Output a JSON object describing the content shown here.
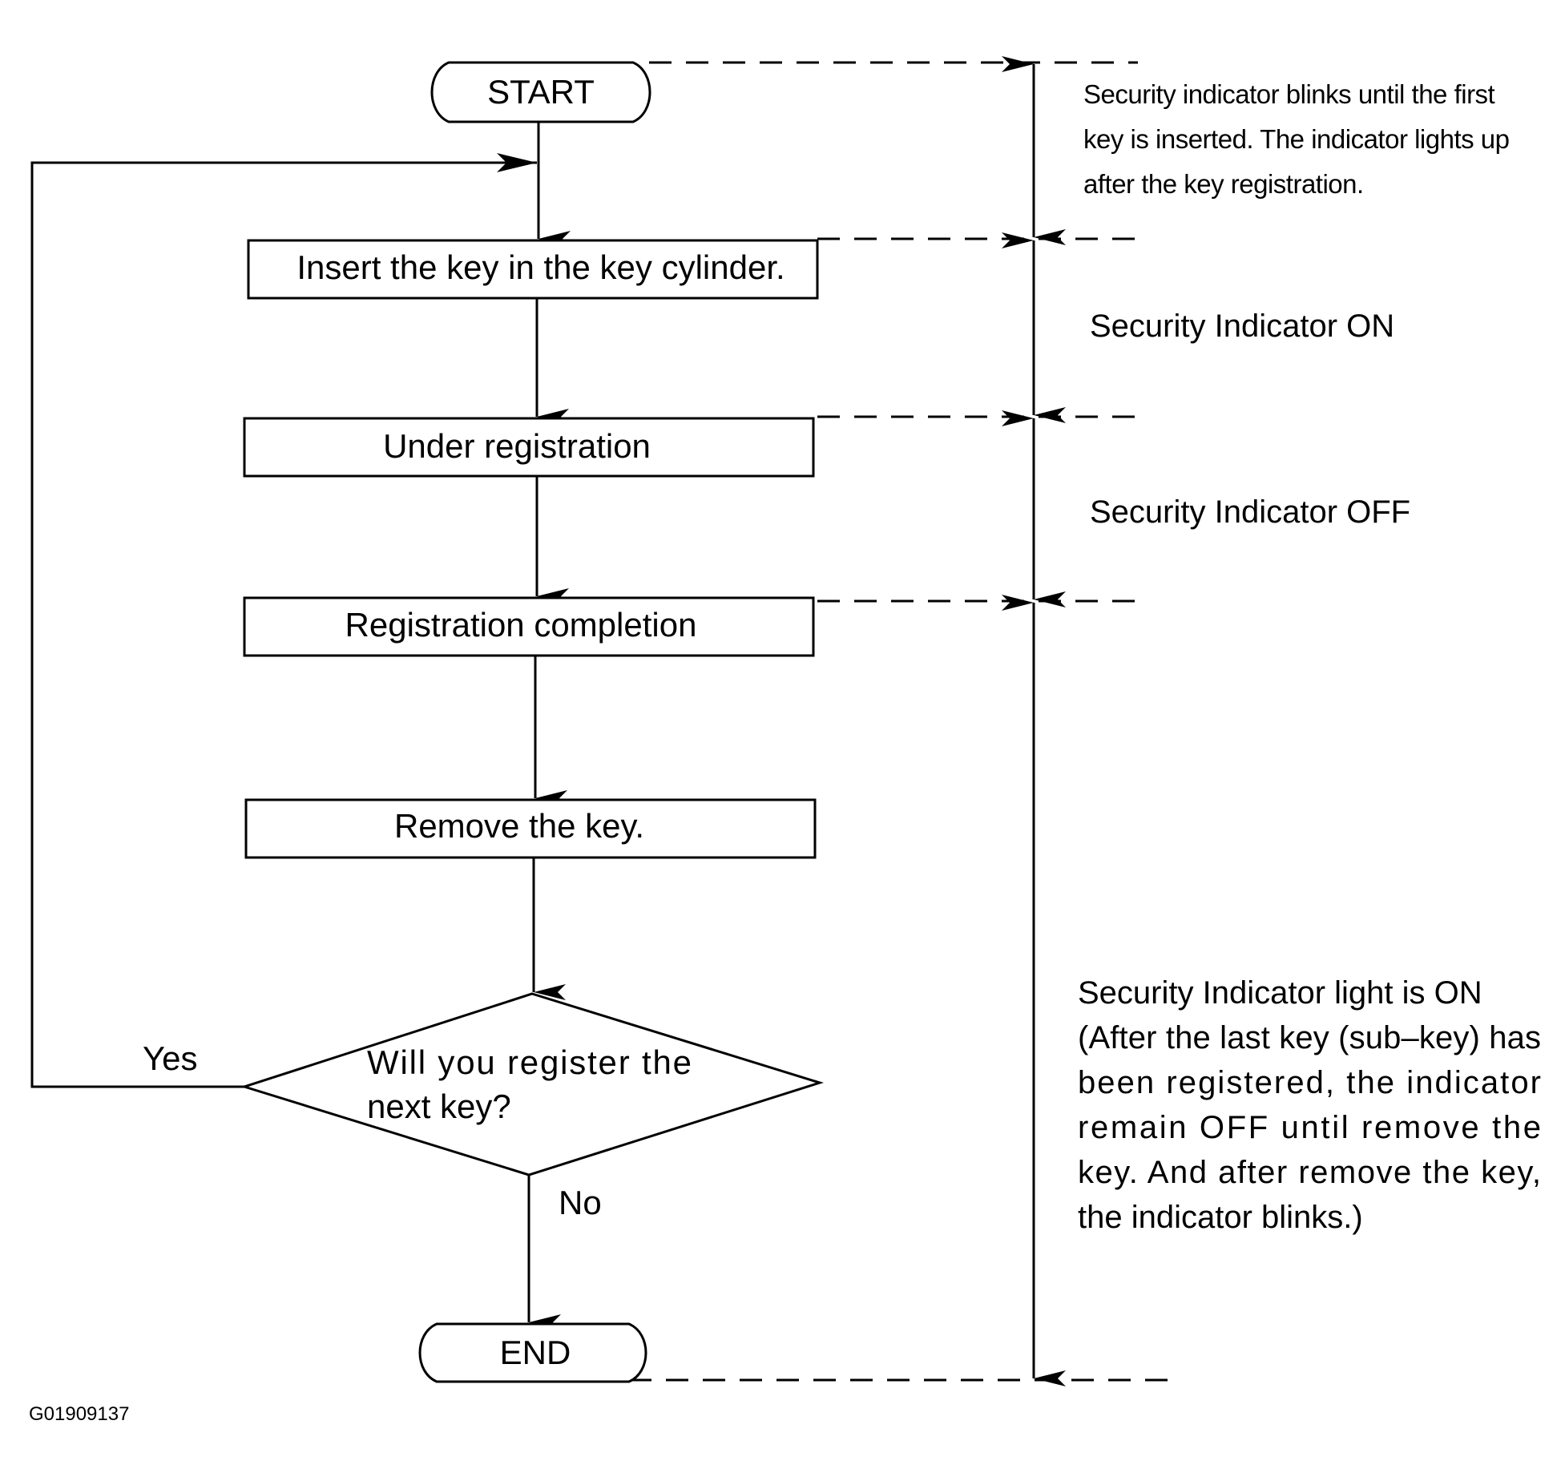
{
  "flowchart": {
    "start_label": "START",
    "step_insert": "Insert the key in the key cylinder.",
    "step_under_registration": "Under registration",
    "step_registration_completion": "Registration completion",
    "step_remove_key": "Remove the key.",
    "decision_lines": [
      "Will you register the",
      "next key?"
    ],
    "yes_label": "Yes",
    "no_label": "No",
    "end_label": "END"
  },
  "notes": {
    "first_key": [
      "Security indicator blinks until the first",
      "key is inserted. The indicator lights up",
      "after the key registration."
    ],
    "indicator_on": "Security Indicator ON",
    "indicator_off": "Security Indicator OFF",
    "light_on": [
      "Security Indicator light is ON",
      "(After the last key (sub–key) has",
      "been registered, the indicator",
      "remain OFF until remove the",
      "key. And after remove the key,",
      "the indicator blinks.)"
    ]
  },
  "figure_id": "G01909137",
  "colors": {
    "ink": "#000000",
    "paper": "#ffffff"
  }
}
